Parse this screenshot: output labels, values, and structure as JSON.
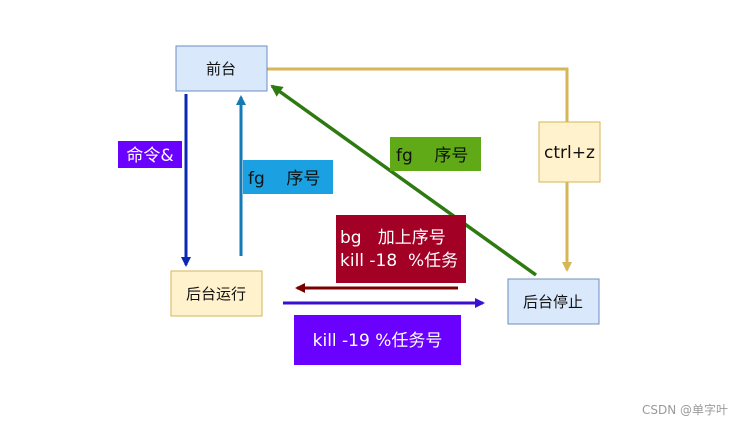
{
  "states": {
    "foreground": "前台",
    "background_running": "后台运行",
    "background_stopped": "后台停止"
  },
  "labels": {
    "cmd_ampersand": "命令&",
    "fg_seq": "fg    序号",
    "fg_seq_green": "fg    序号",
    "ctrl_z": "ctrl+z",
    "bg_line1": "bg   加上序号",
    "bg_line2": "kill -18  %任务",
    "kill19": "kill -19 %任务号"
  },
  "watermark": "CSDN @单字叶",
  "colors": {
    "state_blue_fill": "#dae8fc",
    "state_blue_stroke": "#6c8ebf",
    "state_yellow_fill": "#fff2cc",
    "state_yellow_stroke": "#d6b656",
    "navy_arrow": "#0a28b4",
    "teal_arrow": "#137ab5",
    "green_arrow": "#2d7a11",
    "gold_arrow": "#d6b656",
    "maroon_arrow": "#7a0000",
    "violet_arrow": "#3a0fd0",
    "purple_label": "#6a00ff",
    "cyan_label": "#1ba1e2",
    "green_label": "#60a917",
    "maroon_label": "#a20025",
    "ctrlz_fill": "#fff2cc"
  }
}
